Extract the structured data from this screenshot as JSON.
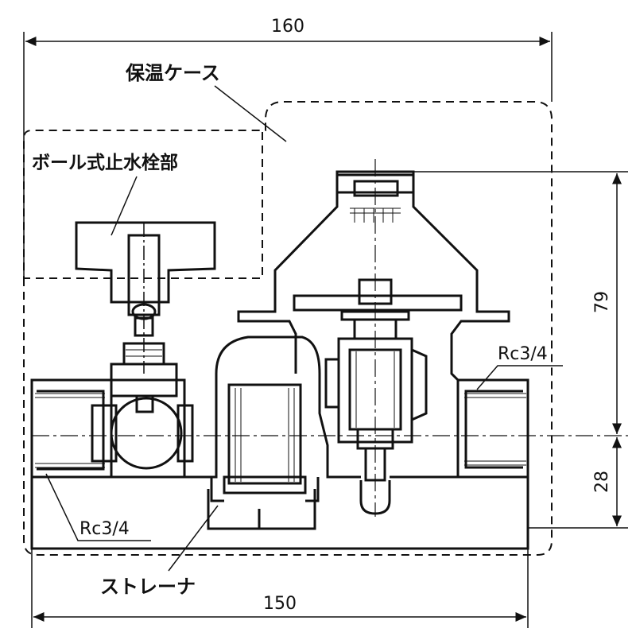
{
  "labels": {
    "insulation_case": "保温ケース",
    "ball_valve": "ボール式止水栓部",
    "strainer": "ストレーナ",
    "port_left": "Rc3/4",
    "port_right": "Rc3/4"
  },
  "dimensions": {
    "overall_width_top": "160",
    "body_width_bottom": "150",
    "height_upper": "79",
    "height_lower": "28"
  }
}
